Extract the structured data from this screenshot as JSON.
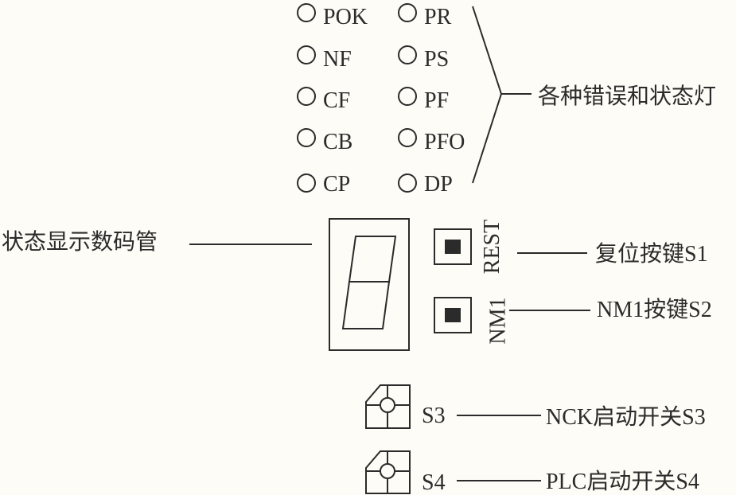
{
  "leds": {
    "left": [
      "POK",
      "NF",
      "CF",
      "CB",
      "CP"
    ],
    "right": [
      "PR",
      "PS",
      "PF",
      "PFO",
      "DP"
    ]
  },
  "labels": {
    "status_lights": "各种错误和状态灯",
    "seven_segment": "状态显示数码管",
    "reset_button": "复位按键S1",
    "nm1_button": "NM1按键S2",
    "s3_switch": "NCK启动开关S3",
    "s4_switch": "PLC启动开关S4"
  },
  "buttons": {
    "reset_text": "REST",
    "nm1_text": "NM1"
  },
  "switches": {
    "s3_text": "S3",
    "s4_text": "S4"
  },
  "colors": {
    "ink": "#2b2b2b",
    "background": "#fdfcf6"
  }
}
